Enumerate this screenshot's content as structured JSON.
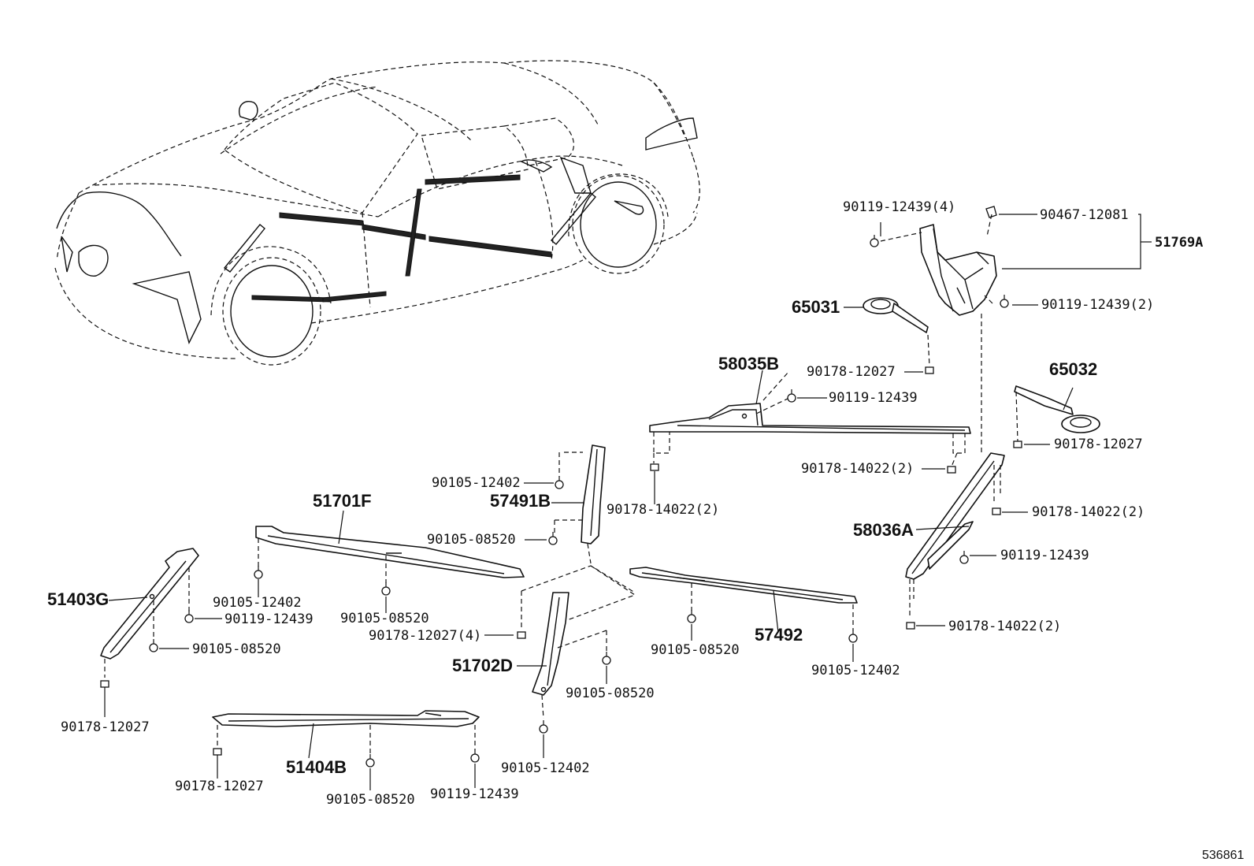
{
  "callouts": {
    "c51769A": "51769A",
    "c90467_12081": "90467-12081",
    "c90119_12439_4": "90119-12439(4)",
    "c90119_12439_2_top": "90119-12439(2)",
    "c65031": "65031",
    "c90178_12027_a": "90178-12027",
    "c65032": "65032",
    "c90178_12027_b": "90178-12027",
    "c58035B": "58035B",
    "c90119_12439_a": "90119-12439",
    "c90178_14022_2_a": "90178-14022(2)",
    "c90178_14022_2_b": "90178-14022(2)",
    "c90178_14022_2_c": "90178-14022(2)",
    "c58036A": "58036A",
    "c90119_12439_b": "90119-12439",
    "c90178_14022_2_d": "90178-14022(2)",
    "c90105_12402_a": "90105-12402",
    "c57491B": "57491B",
    "c90105_08520_a": "90105-08520",
    "c51701F": "51701F",
    "c90105_12402_b": "90105-12402",
    "c90119_12439_c": "90119-12439",
    "c90105_08520_b": "90105-08520",
    "c90178_12027_4": "90178-12027(4)",
    "c51403G": "51403G",
    "c90105_08520_c": "90105-08520",
    "c90178_12027_c": "90178-12027",
    "c51702D": "51702D",
    "c90105_08520_d": "90105-08520",
    "c90105_12402_c": "90105-12402",
    "c57492": "57492",
    "c90105_08520_e": "90105-08520",
    "c90105_12402_d": "90105-12402",
    "c51404B": "51404B",
    "c90178_12027_d": "90178-12027",
    "c90105_08520_f": "90105-08520",
    "c90119_12439_d": "90119-12439"
  },
  "diagram_id": "536861"
}
